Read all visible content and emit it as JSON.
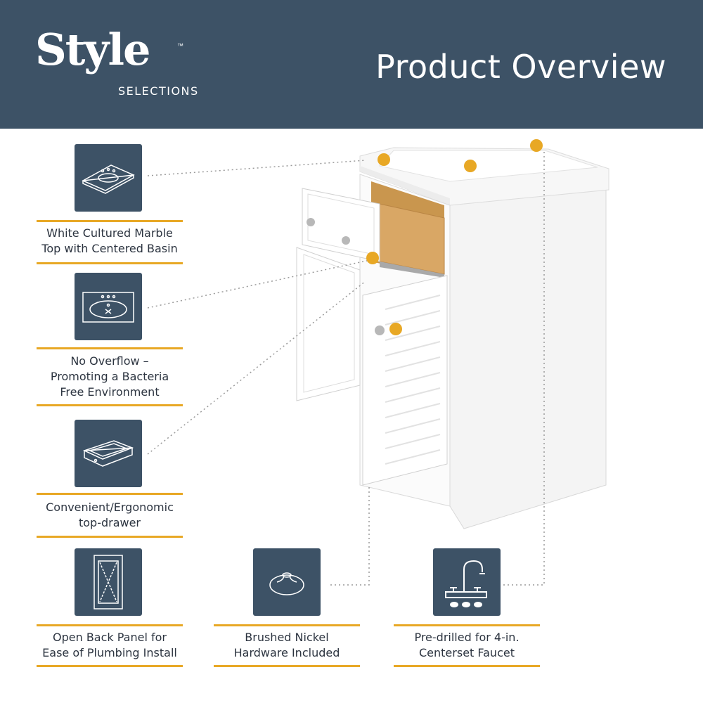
{
  "brand": {
    "name": "Style",
    "tm": "™",
    "sub": "SELECTIONS"
  },
  "header": {
    "title": "Product Overview"
  },
  "features": [
    {
      "icon": "marble-top-icon",
      "caption_lines": [
        "White Cultured Marble",
        "Top with Centered Basin"
      ]
    },
    {
      "icon": "basin-no-overflow-icon",
      "caption_lines": [
        "No Overflow –",
        "Promoting a Bacteria",
        "Free Environment"
      ]
    },
    {
      "icon": "drawer-icon",
      "caption_lines": [
        "Convenient/Ergonomic",
        "top-drawer"
      ]
    },
    {
      "icon": "open-back-panel-icon",
      "caption_lines": [
        "Open Back Panel for",
        "Ease of Plumbing Install"
      ]
    },
    {
      "icon": "knob-icon",
      "caption_lines": [
        "Brushed Nickel",
        "Hardware Included"
      ]
    },
    {
      "icon": "faucet-icon",
      "caption_lines": [
        "Pre-drilled for 4-in.",
        "Centerset Faucet"
      ]
    }
  ],
  "colors": {
    "header": "#3d5266",
    "accent": "#e8a825",
    "text": "#2c3440"
  }
}
